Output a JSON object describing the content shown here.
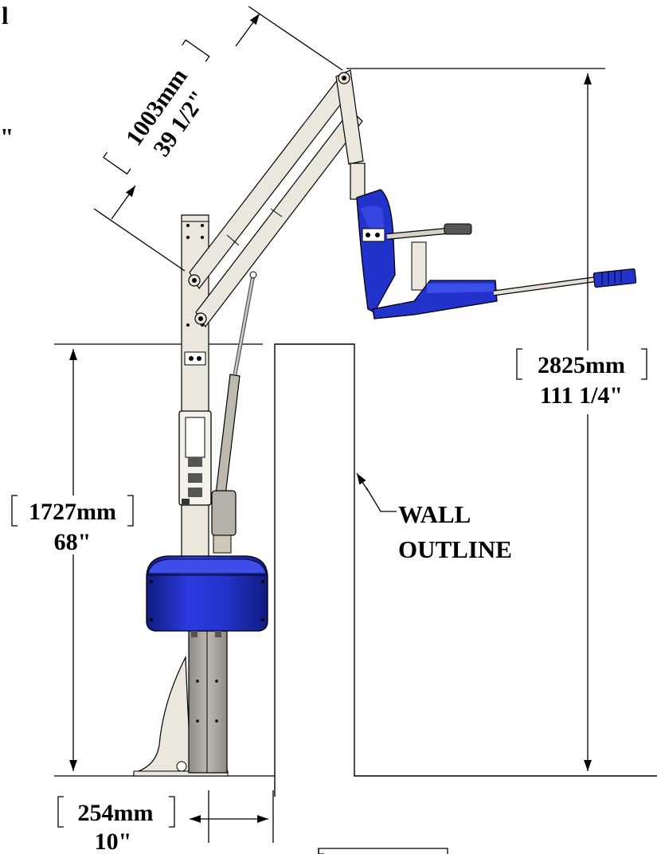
{
  "dimensions": {
    "arm_reach": {
      "metric": "1003mm",
      "imperial": "39 1/2\""
    },
    "total_height": {
      "metric": "2825mm",
      "imperial": "111 1/4\""
    },
    "deck_height": {
      "metric": "1727mm",
      "imperial": "68\""
    },
    "wall_offset": {
      "metric": "254mm",
      "imperial": "10\""
    }
  },
  "labels": {
    "wall_line1": "WALL",
    "wall_line2": "OUTLINE",
    "edge_fragment_top": "l",
    "edge_fragment_mid": "\""
  },
  "colors": {
    "frame": "#ECE7DC",
    "frame_shadow": "#CFC8B8",
    "accent_blue": "#2233CC",
    "accent_blue_dark": "#14208A",
    "mast_grey": "#A8A49B",
    "line": "#000000"
  }
}
